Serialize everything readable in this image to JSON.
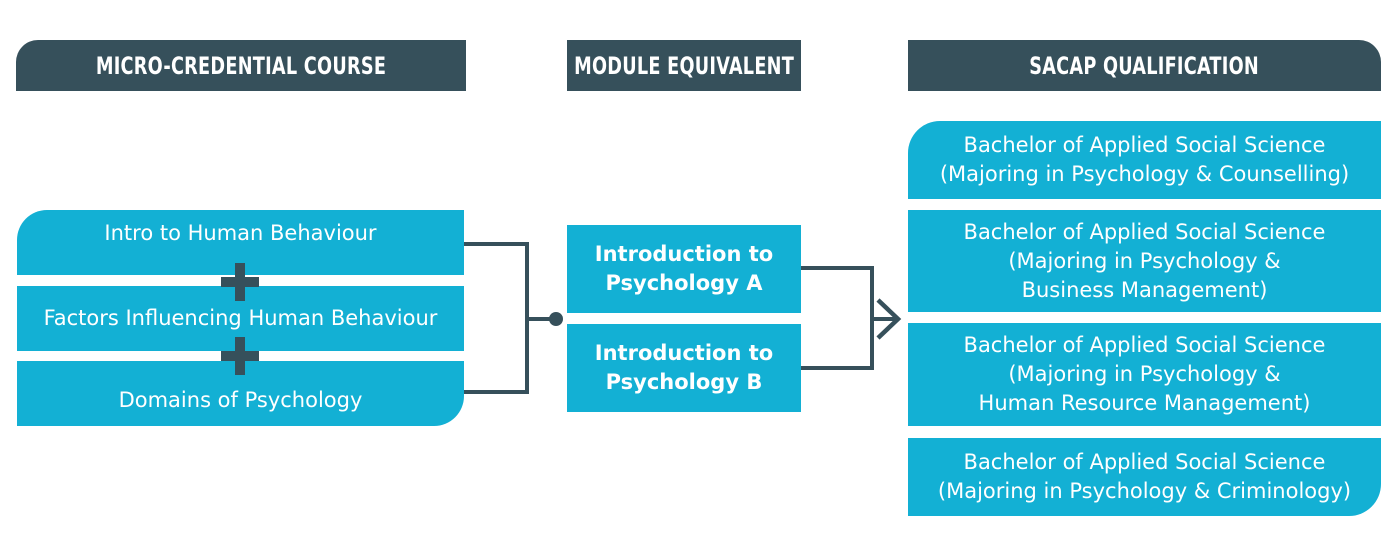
{
  "headers": {
    "micro_credential": "MICRO-CREDENTIAL COURSE",
    "module_equivalent": "MODULE EQUIVALENT",
    "sacap_qualification": "SACAP QUALIFICATION"
  },
  "micro_credential_courses": [
    "Intro to Human Behaviour",
    "Factors Influencing Human Behaviour",
    "Domains of Psychology"
  ],
  "modules": [
    "Introduction to\nPsychology A",
    "Introduction to\nPsychology B"
  ],
  "qualifications": [
    "Bachelor of Applied Social Science\n(Majoring in Psychology & Counselling)",
    "Bachelor of Applied Social Science\n(Majoring in Psychology &\nBusiness Management)",
    "Bachelor of Applied Social Science\n(Majoring in Psychology &\nHuman Resource Management)",
    "Bachelor of Applied Social Science\n(Majoring in Psychology & Criminology)"
  ],
  "colors": {
    "header_bg": "#36505b",
    "box_bg": "#13b0d4",
    "connector": "#36505b",
    "text": "#ffffff"
  }
}
